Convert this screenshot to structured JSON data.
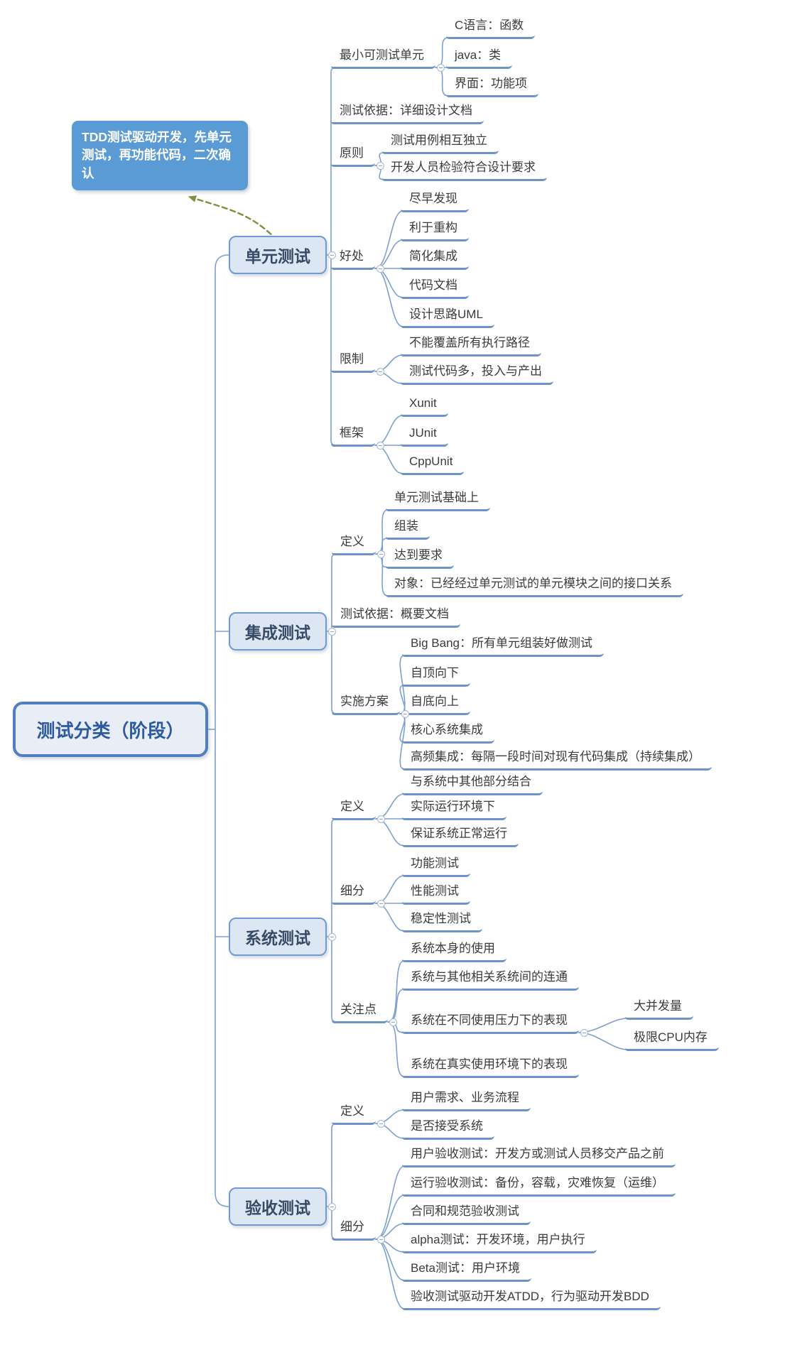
{
  "root": {
    "label": "测试分类（阶段）"
  },
  "note": {
    "text": "TDD测试驱动开发，先单元测试，再功能代码，二次确认"
  },
  "unit": {
    "label": "单元测试",
    "min_unit": {
      "label": "最小可测试单元",
      "items": [
        "C语言：函数",
        "java：类",
        "界面：功能项"
      ]
    },
    "basis": {
      "label": "测试依据：详细设计文档"
    },
    "principle": {
      "label": "原则",
      "items": [
        "测试用例相互独立",
        "开发人员检验符合设计要求"
      ]
    },
    "benefit": {
      "label": "好处",
      "items": [
        "尽早发现",
        "利于重构",
        "简化集成",
        "代码文档",
        "设计思路UML"
      ]
    },
    "limit": {
      "label": "限制",
      "items": [
        "不能覆盖所有执行路径",
        "测试代码多，投入与产出"
      ]
    },
    "framework": {
      "label": "框架",
      "items": [
        "Xunit",
        "JUnit",
        "CppUnit"
      ]
    }
  },
  "integration": {
    "label": "集成测试",
    "definition": {
      "label": "定义",
      "items": [
        "单元测试基础上",
        "组装",
        "达到要求",
        "对象：已经经过单元测试的单元模块之间的接口关系"
      ]
    },
    "basis": {
      "label": "测试依据：概要文档"
    },
    "plan": {
      "label": "实施方案",
      "items": [
        "Big Bang：所有单元组装好做测试",
        "自顶向下",
        "自底向上",
        "核心系统集成",
        "高频集成：每隔一段时间对现有代码集成（持续集成）"
      ]
    }
  },
  "system": {
    "label": "系统测试",
    "definition": {
      "label": "定义",
      "items": [
        "与系统中其他部分结合",
        "实际运行环境下",
        "保证系统正常运行"
      ]
    },
    "subdivision": {
      "label": "细分",
      "items": [
        "功能测试",
        "性能测试",
        "稳定性测试"
      ]
    },
    "focus": {
      "label": "关注点",
      "items": [
        "系统本身的使用",
        "系统与其他相关系统间的连通",
        "系统在不同使用压力下的表现",
        "系统在真实使用环境下的表现"
      ],
      "pressure_sub": [
        "大并发量",
        "极限CPU内存"
      ]
    }
  },
  "acceptance": {
    "label": "验收测试",
    "definition": {
      "label": "定义",
      "items": [
        "用户需求、业务流程",
        "是否接受系统"
      ]
    },
    "subdivision": {
      "label": "细分",
      "items": [
        "用户验收测试：开发方或测试人员移交产品之前",
        "运行验收测试：备份，容载，灾难恢复（运维）",
        "合同和规范验收测试",
        "alpha测试：开发环境，用户执行",
        "Beta测试：用户环境",
        "验收测试驱动开发ATDD，行为驱动开发BDD"
      ]
    }
  },
  "colors": {
    "branch_line": "#6d93c8",
    "connector": "#7da0d2",
    "note_bg": "#5b9bd5",
    "arrow": "#7e8f40",
    "topic_fill": "#dde7f3",
    "topic_border": "#6e9bd2",
    "root_border": "#4f7fc1"
  }
}
